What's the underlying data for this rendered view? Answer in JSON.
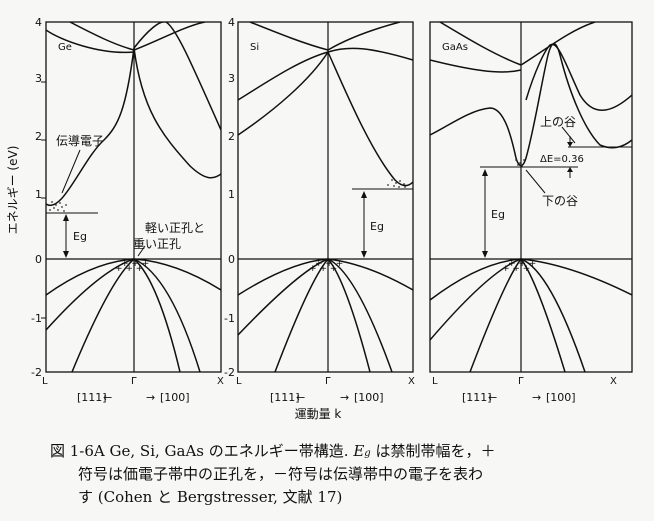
{
  "figure": {
    "y_axis_label": "エネルギー (eV)",
    "x_axis_label": "運動量 k",
    "y_ticks": [
      "4",
      "3",
      "2",
      "1",
      "0",
      "-1",
      "-2"
    ],
    "panels": [
      {
        "material": "Ge",
        "x_ticks": [
          "L",
          "Γ",
          "X"
        ],
        "dir_left": "[111]",
        "dir_right": "[100]",
        "annotations": {
          "electron": "伝導電子",
          "eg": "Eg",
          "holes_line1": "軽い正孔と",
          "holes_line2": "重い正孔"
        }
      },
      {
        "material": "Si",
        "x_ticks": [
          "L",
          "Γ",
          "X"
        ],
        "dir_left": "[111]",
        "dir_right": "[100]",
        "annotations": {
          "eg": "Eg"
        }
      },
      {
        "material": "GaAs",
        "x_ticks": [
          "L",
          "Γ",
          "X"
        ],
        "dir_left": "[111]",
        "dir_right": "[100]",
        "annotations": {
          "upper_valley": "上の谷",
          "delta_e": "ΔE=0.36",
          "eg": "Eg",
          "lower_valley": "下の谷"
        }
      }
    ],
    "arrow_left": "←",
    "arrow_right": "→"
  },
  "caption": {
    "figure_no": "図 1-6A",
    "line1_a": " Ge, Si, GaAs のエネルギー帯構造.",
    "eg_E": "E",
    "eg_g": "g",
    "line1_b": " は禁制帯幅を，＋",
    "line2": "符号は価電子帯中の正孔を，－符号は伝導帯中の電子を表わ",
    "line3": "す (Cohen と Bergstresser, 文献 17)"
  }
}
